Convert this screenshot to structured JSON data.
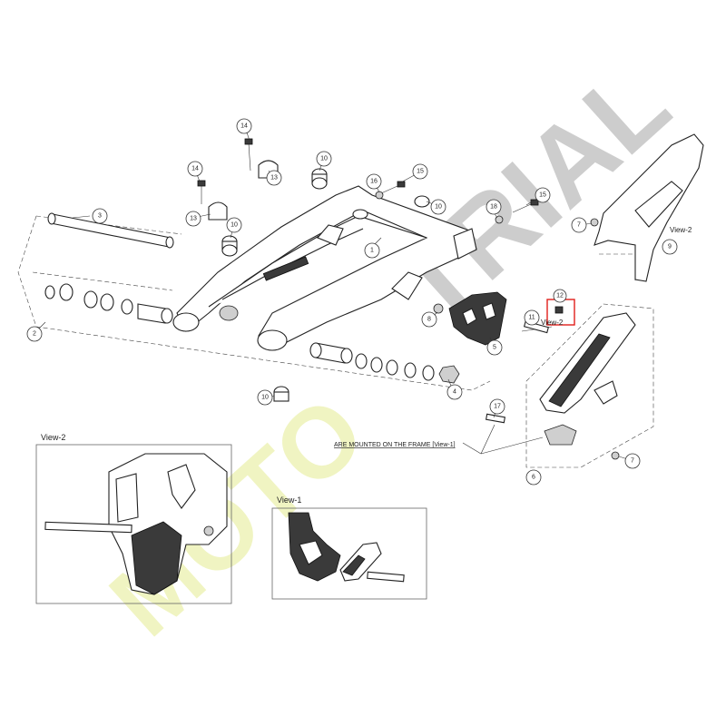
{
  "diagram": {
    "callouts": [
      {
        "id": "c1",
        "text": "1"
      },
      {
        "id": "c2",
        "text": "2"
      },
      {
        "id": "c3",
        "text": "3"
      },
      {
        "id": "c4",
        "text": "4"
      },
      {
        "id": "c5",
        "text": "5"
      },
      {
        "id": "c6",
        "text": "6"
      },
      {
        "id": "c7a",
        "text": "7"
      },
      {
        "id": "c7b",
        "text": "7"
      },
      {
        "id": "c8",
        "text": "8"
      },
      {
        "id": "c9",
        "text": "9"
      },
      {
        "id": "c10a",
        "text": "10"
      },
      {
        "id": "c10b",
        "text": "10"
      },
      {
        "id": "c10c",
        "text": "10"
      },
      {
        "id": "c10d",
        "text": "10"
      },
      {
        "id": "c11",
        "text": "11"
      },
      {
        "id": "c12",
        "text": "12"
      },
      {
        "id": "c13a",
        "text": "13"
      },
      {
        "id": "c13b",
        "text": "13"
      },
      {
        "id": "c14a",
        "text": "14"
      },
      {
        "id": "c14b",
        "text": "14"
      },
      {
        "id": "c15a",
        "text": "15"
      },
      {
        "id": "c15b",
        "text": "15"
      },
      {
        "id": "c16",
        "text": "16"
      },
      {
        "id": "c17",
        "text": "17"
      },
      {
        "id": "c18",
        "text": "18"
      }
    ],
    "labels": {
      "view2_top": "View-2",
      "view2_small": "View-2",
      "frame_note": "ARE MOUNTED ON THE FRAME [View-1]",
      "view2_inset": "View-2",
      "view1_inset": "View-1"
    },
    "watermark": {
      "grey": "TRIAL",
      "yellow": "MOTO"
    },
    "colors": {
      "highlight": "#e0201b",
      "watermark_grey": "#bdbdbd",
      "watermark_yellow": "#eef3b8"
    }
  }
}
